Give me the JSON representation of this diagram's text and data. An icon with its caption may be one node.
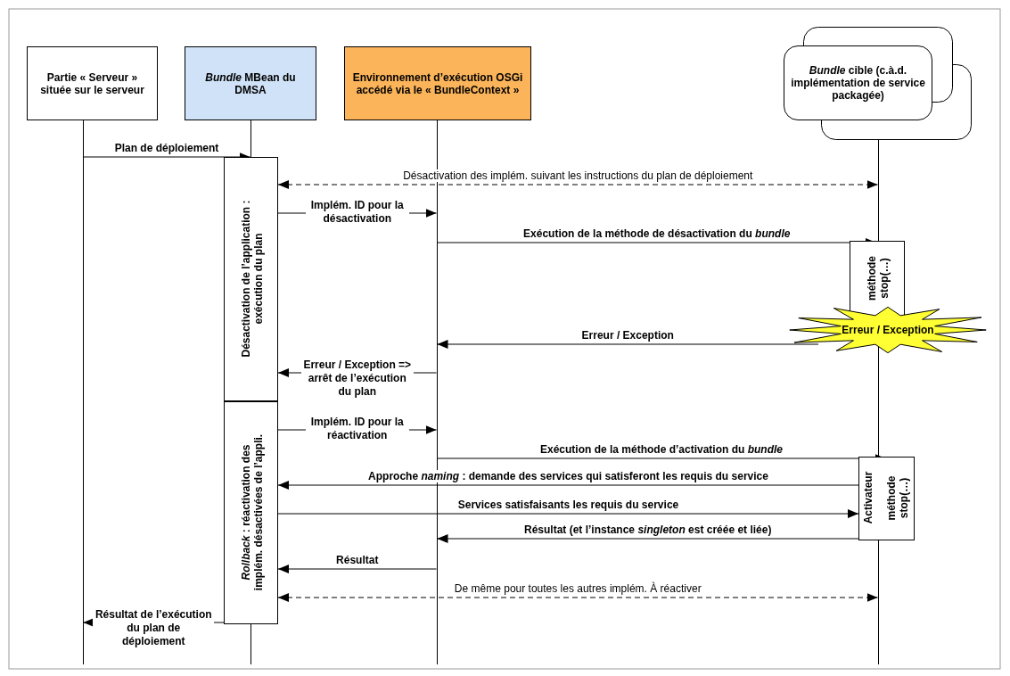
{
  "diagram": {
    "nodes": [
      {
        "text": [
          "Partie « Serveur » située sur le serveur"
        ]
      },
      {
        "text": [
          "*Bundle* MBean du DMSA"
        ]
      },
      {
        "text": [
          "Environnement d’exécution OSGi accédé via le « BundleContext »"
        ]
      },
      {
        "text": [
          "*Bundle* cible (c.à.d. implémentation de service packagée)"
        ]
      },
      {
        "text": [],
        "shape": "line"
      },
      {
        "text": [],
        "shape": "line"
      },
      {
        "text": [],
        "shape": "line"
      },
      {
        "text": [],
        "shape": "line"
      },
      {
        "text": [
          "Désactivation de l’application : exécution du plan"
        ]
      },
      {
        "text": [
          "méthode stop(…)"
        ]
      },
      {
        "text": [
          "Erreur / Exception"
        ]
      },
      {
        "text": [
          "*Rollback* : réactivation des implém. désactivées de l’appli."
        ]
      },
      {
        "text": [
          "Activateur",
          "méthode stop(…)"
        ]
      }
    ],
    "edges": [
      {
        "from": 4,
        "to": 8,
        "arrow": "to",
        "label": "Plan de déploiement"
      },
      {
        "from": 8,
        "to": 7,
        "arrow": "both",
        "style": "dashed",
        "label": "Désactivation des implém. suivant les instructions du plan de déploiement"
      },
      {
        "from": 8,
        "to": 6,
        "arrow": "to",
        "label": "Implém. ID pour la désactivation"
      },
      {
        "from": 6,
        "to": 9,
        "arrow": "to",
        "label": "Exécution de la méthode de désactivation du *bundle*"
      },
      {
        "from": 10,
        "to": 6,
        "arrow": "to",
        "label": "Erreur / Exception"
      },
      {
        "from": 6,
        "to": 8,
        "arrow": "to",
        "label": "Erreur / Exception => arrêt de l’exécution du plan"
      },
      {
        "from": 11,
        "to": 6,
        "arrow": "to",
        "label": "Implém. ID pour la réactivation"
      },
      {
        "from": 6,
        "to": 12,
        "arrow": "to",
        "label": "Exécution de la méthode d’activation du *bundle*"
      },
      {
        "from": 12,
        "to": 11,
        "arrow": "to",
        "label": "Approche *naming* :  demande des services qui satisferont les requis du service"
      },
      {
        "from": 11,
        "to": 12,
        "arrow": "to",
        "label": "Services satisfaisants les requis du service"
      },
      {
        "from": 12,
        "to": 6,
        "arrow": "to",
        "label": "Résultat (et l’instance *singleton* est créée et liée)"
      },
      {
        "from": 6,
        "to": 11,
        "arrow": "to",
        "label": "Résultat"
      },
      {
        "from": 11,
        "to": 7,
        "arrow": "both",
        "style": "dashed",
        "label": "De même pour toutes les autres implém. À réactiver"
      },
      {
        "from": 11,
        "to": 4,
        "arrow": "to",
        "label": "Résultat de l’exécution du plan de déploiement"
      }
    ]
  }
}
